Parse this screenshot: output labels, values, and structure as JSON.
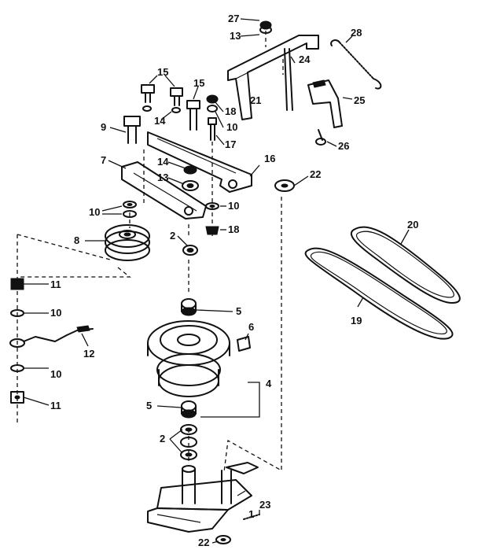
{
  "diagram": {
    "callouts": [
      {
        "id": "c1",
        "text": "1"
      },
      {
        "id": "c2a",
        "text": "2"
      },
      {
        "id": "c2b",
        "text": "2"
      },
      {
        "id": "c4",
        "text": "4"
      },
      {
        "id": "c5a",
        "text": "5"
      },
      {
        "id": "c5b",
        "text": "5"
      },
      {
        "id": "c6",
        "text": "6"
      },
      {
        "id": "c7",
        "text": "7"
      },
      {
        "id": "c8",
        "text": "8"
      },
      {
        "id": "c9",
        "text": "9"
      },
      {
        "id": "c10a",
        "text": "10"
      },
      {
        "id": "c10b",
        "text": "10"
      },
      {
        "id": "c10c",
        "text": "10"
      },
      {
        "id": "c10d",
        "text": "10"
      },
      {
        "id": "c10e",
        "text": "10"
      },
      {
        "id": "c11a",
        "text": "11"
      },
      {
        "id": "c11b",
        "text": "11"
      },
      {
        "id": "c12",
        "text": "12"
      },
      {
        "id": "c13a",
        "text": "13"
      },
      {
        "id": "c13b",
        "text": "13"
      },
      {
        "id": "c14a",
        "text": "14"
      },
      {
        "id": "c14b",
        "text": "14"
      },
      {
        "id": "c15a",
        "text": "15"
      },
      {
        "id": "c15b",
        "text": "15"
      },
      {
        "id": "c16",
        "text": "16"
      },
      {
        "id": "c17",
        "text": "17"
      },
      {
        "id": "c18a",
        "text": "18"
      },
      {
        "id": "c18b",
        "text": "18"
      },
      {
        "id": "c19",
        "text": "19"
      },
      {
        "id": "c20",
        "text": "20"
      },
      {
        "id": "c21",
        "text": "21"
      },
      {
        "id": "c22a",
        "text": "22"
      },
      {
        "id": "c22b",
        "text": "22"
      },
      {
        "id": "c23",
        "text": "23"
      },
      {
        "id": "c24",
        "text": "24"
      },
      {
        "id": "c25",
        "text": "25"
      },
      {
        "id": "c26",
        "text": "26"
      },
      {
        "id": "c27",
        "text": "27"
      },
      {
        "id": "c28",
        "text": "28"
      }
    ]
  }
}
